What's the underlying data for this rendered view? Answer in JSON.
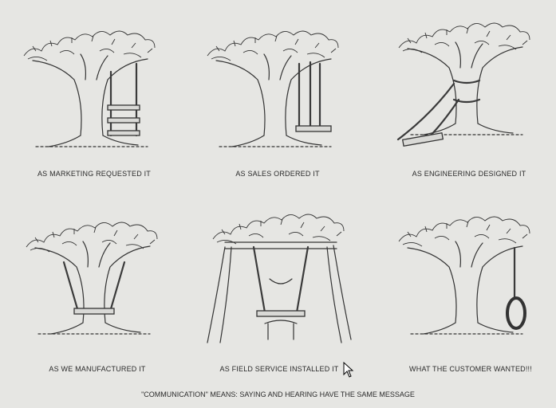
{
  "panels": [
    {
      "caption": "AS MARKETING REQUESTED IT"
    },
    {
      "caption": "AS SALES ORDERED IT"
    },
    {
      "caption": "AS ENGINEERING DESIGNED IT"
    },
    {
      "caption": "AS WE MANUFACTURED IT"
    },
    {
      "caption": "AS FIELD SERVICE INSTALLED IT"
    },
    {
      "caption": "WHAT THE CUSTOMER WANTED!!!"
    }
  ],
  "footer": "\"COMMUNICATION\" MEANS:  SAYING AND HEARING HAVE THE SAME MESSAGE",
  "colors": {
    "background": "#e6e6e3",
    "ink": "#2b2b2b"
  }
}
